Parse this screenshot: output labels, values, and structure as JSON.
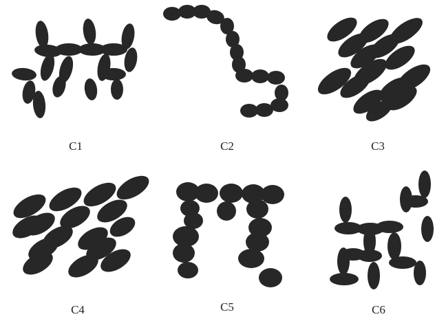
{
  "ink_color": "#272727",
  "panels": [
    {
      "label": "C1"
    },
    {
      "label": "C2"
    },
    {
      "label": "C3"
    },
    {
      "label": "C4"
    },
    {
      "label": "C5"
    },
    {
      "label": "C6"
    }
  ]
}
